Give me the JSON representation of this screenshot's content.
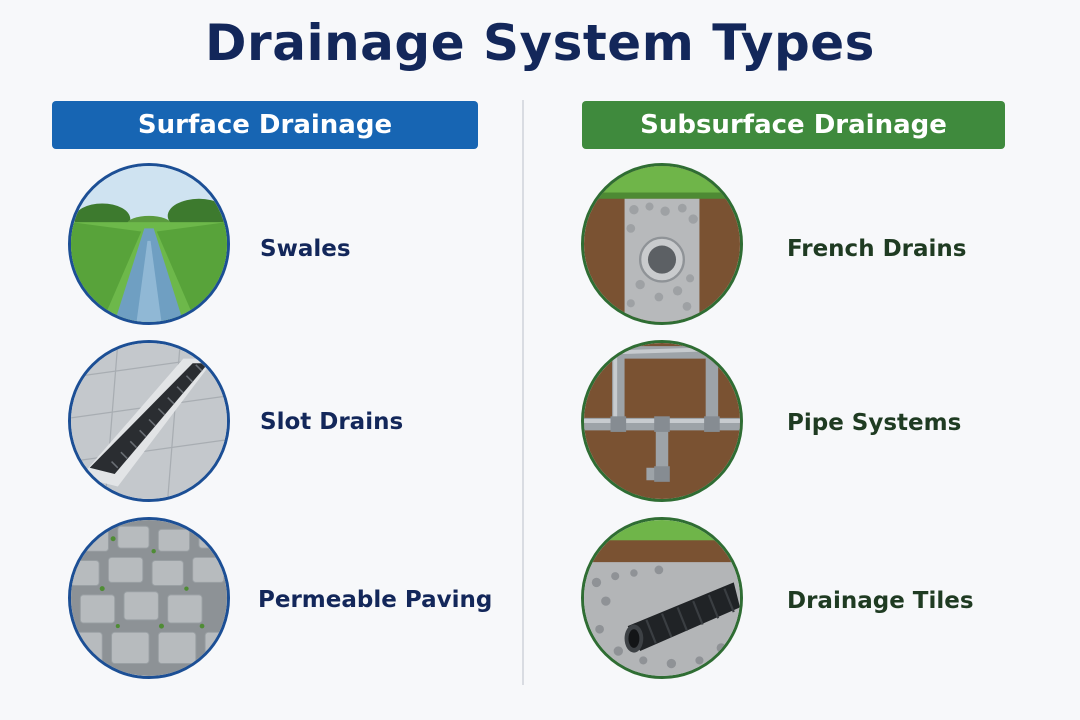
{
  "title": "Drainage System Types",
  "surface": {
    "header": "Surface Drainage",
    "color": "#1765b3",
    "items": [
      {
        "label": "Swales",
        "icon": "swale-icon"
      },
      {
        "label": "Slot Drains",
        "icon": "slot-drain-icon"
      },
      {
        "label": "Permeable Paving",
        "icon": "permeable-paving-icon"
      }
    ]
  },
  "subsurface": {
    "header": "Subsurface Drainage",
    "color": "#3f8a3d",
    "items": [
      {
        "label": "French Drains",
        "icon": "french-drain-icon"
      },
      {
        "label": "Pipe Systems",
        "icon": "pipe-system-icon"
      },
      {
        "label": "Drainage Tiles",
        "icon": "drainage-tile-icon"
      }
    ]
  }
}
